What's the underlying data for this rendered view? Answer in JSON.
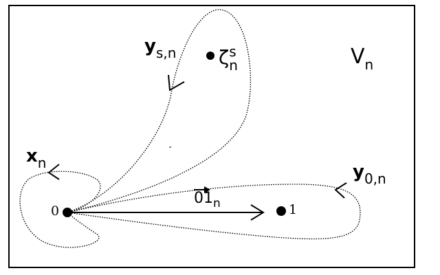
{
  "region_label": {
    "main": "V",
    "sub": "n"
  },
  "point_zero": "0",
  "point_one": "1",
  "point_zeta": {
    "main": "ζ",
    "sup": "s",
    "sub": "n"
  },
  "loop_x": {
    "main": "x",
    "sub": "n"
  },
  "loop_y_s": {
    "main": "y",
    "sub": "s,n"
  },
  "loop_y_0": {
    "main": "y",
    "sub": "0,n"
  },
  "path_label": {
    "main": "01",
    "sub": "n"
  },
  "colors": {
    "stroke": "#000000",
    "background": "#ffffff"
  }
}
